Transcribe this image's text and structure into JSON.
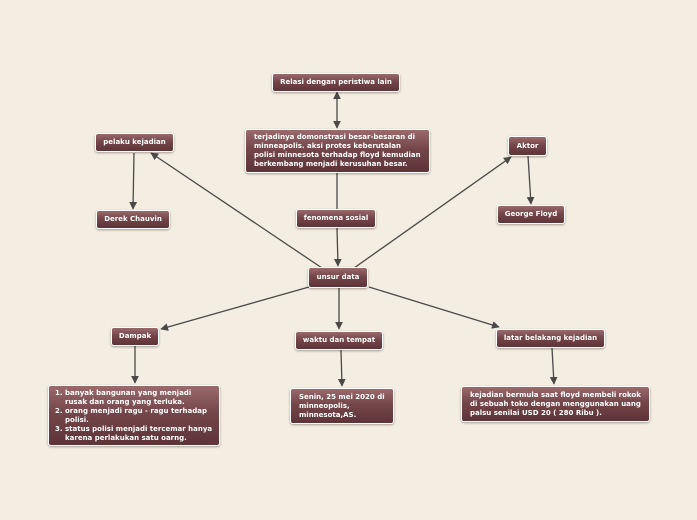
{
  "nodes": {
    "relasi": "Relasi dengan peristiwa lain",
    "demonstrasi": "terjadinya domonstrasi besar-besaran\ndi minneapolis. aksi protes keberutalan\npolisi minnesota terhadap floyd kemudian\nberkembang menjadi kerusuhan besar.",
    "pelaku": "pelaku kejadian",
    "derek": "Derek Chauvin",
    "fenomena": "fenomena sosial",
    "aktor": "Aktor",
    "george": "George Floyd",
    "unsur": "unsur data",
    "dampak": "Dampak",
    "waktu": "waktu dan tempat",
    "latar": "latar belakang kejadian",
    "dampak_items": [
      "banyak bangunan yang menjadi rusak dan orang yang terluka.",
      "orang menjadi ragu - ragu terhadap polisi.",
      "status polisi menjadi tercemar hanya karena perlakukan satu oarng."
    ],
    "waktu_detail": "Senin, 25 mei 2020 di\nminneopolis,\nminnesota,AS.",
    "latar_detail": "kejadian bermula saat floyd membeli\nrokok di sebuah toko dengan menggunakan\nuang palsu senilai USD 20 ( 280 Ribu )."
  },
  "colors": {
    "background": "#f4ede1",
    "node_fill": "#74464a",
    "node_text": "#ffffff",
    "edge": "#4a4a4a"
  }
}
